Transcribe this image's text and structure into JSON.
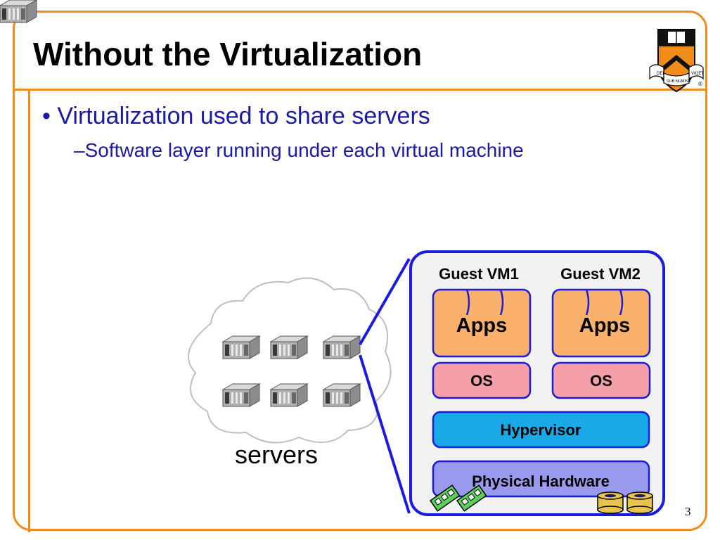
{
  "slide": {
    "title": "Without the Virtualization",
    "bullet_1": "Virtualization used to share servers",
    "bullet_1_marker": "•",
    "bullet_2": "Software layer running under each virtual machine",
    "bullet_2_marker": "–",
    "page_number": "3"
  },
  "diagram": {
    "servers_label": "servers",
    "vm1_label": "Guest VM1",
    "vm2_label": "Guest VM2",
    "apps_label": "Apps",
    "os_label": "OS",
    "hypervisor_label": "Hypervisor",
    "hardware_label": "Physical Hardware"
  },
  "logo": {
    "banner_words": [
      "DEI",
      "SUB NUMINE",
      "VIGET"
    ],
    "registered_mark": "®"
  },
  "colors": {
    "accent_orange": "#f08c1a",
    "text_blue": "#1a1aa8",
    "apps_orange": "#f9b06b",
    "os_pink": "#f5a0a8",
    "hypervisor_cyan": "#19a9e8",
    "hardware_violet": "#9999ee",
    "box_border_blue": "#1a1ae0"
  }
}
